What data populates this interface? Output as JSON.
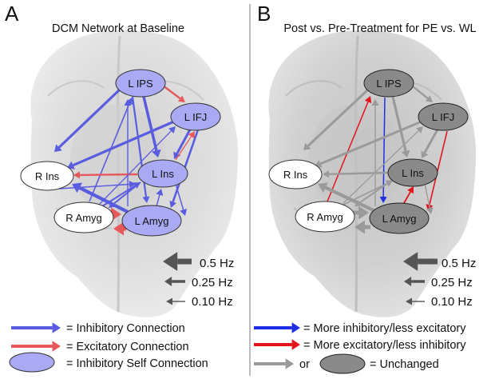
{
  "panel_a": {
    "letter": "A",
    "title": "DCM Network at Baseline",
    "nodes": {
      "lips": "L IPS",
      "lifj": "L IFJ",
      "lins": "L Ins",
      "rins": "R Ins",
      "ramyg": "R Amyg",
      "lamyg": "L Amyg"
    },
    "scale": [
      "0.5 Hz",
      "0.25 Hz",
      "0.10 Hz"
    ]
  },
  "panel_b": {
    "letter": "B",
    "title": "Post vs. Pre-Treatment for PE vs. WL",
    "nodes": {
      "lips": "L IPS",
      "lifj": "L IFJ",
      "lins": "L Ins",
      "rins": "R Ins",
      "ramyg": "R Amyg",
      "lamyg": "L Amyg"
    },
    "scale": [
      "0.5 Hz",
      "0.25 Hz",
      "0.10 Hz"
    ]
  },
  "legend_a": {
    "inhibitory": "= Inhibitory Connection",
    "excitatory": "= Excitatory Connection",
    "self": "= Inhibitory Self Connection"
  },
  "legend_b": {
    "more_inhibitory": "= More inhibitory/less excitatory",
    "more_excitatory": "= More excitatory/less inhibitory",
    "or": "or",
    "unchanged": "= Unchanged"
  },
  "colors": {
    "inhibitory": "#5a5ce0",
    "excitatory": "#e8585a",
    "self_fill": "#a9a9f4",
    "more_inhibitory": "#1f2ee6",
    "more_excitatory": "#e3141b",
    "unchanged_arrow": "#9a9a9a",
    "unchanged_node": "#8a8a8a",
    "scale_arrow": "#555555"
  }
}
